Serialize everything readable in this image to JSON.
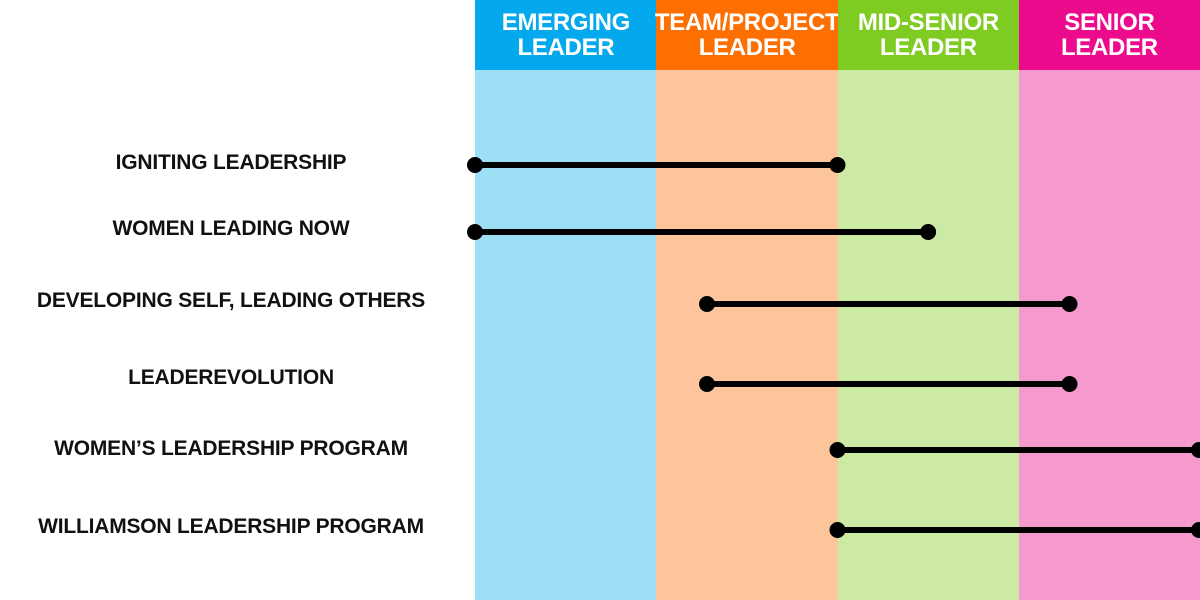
{
  "levels": [
    {
      "id": "emerging",
      "title": "EMERGING\nLEADER",
      "head_color": "#03a9ec",
      "body_color": "#9cdff7"
    },
    {
      "id": "team-project",
      "title": "TEAM/PROJECT\nLEADER",
      "head_color": "#fd6f01",
      "body_color": "#fdc59b"
    },
    {
      "id": "mid-senior",
      "title": "MID-SENIOR\nLEADER",
      "head_color": "#7ecb22",
      "body_color": "#cdeaa5"
    },
    {
      "id": "senior",
      "title": "SENIOR\nLEADER",
      "head_color": "#ec0b8c",
      "body_color": "#f69acd"
    }
  ],
  "programs": [
    {
      "name": "IGNITING LEADERSHIP",
      "start": 0.0,
      "end": 2.0
    },
    {
      "name": "WOMEN LEADING NOW",
      "start": 0.0,
      "end": 2.5
    },
    {
      "name": "DEVELOPING SELF, LEADING OTHERS",
      "start": 1.28,
      "end": 3.28
    },
    {
      "name": "LEADEREVOLUTION",
      "start": 1.28,
      "end": 3.28
    },
    {
      "name": "WOMEN’S LEADERSHIP PROGRAM",
      "start": 2.0,
      "end": 4.0
    },
    {
      "name": "WILLIAMSON LEADERSHIP PROGRAM",
      "start": 2.0,
      "end": 4.0
    }
  ],
  "colors": {
    "bar": "#000000",
    "label": "#111111"
  }
}
